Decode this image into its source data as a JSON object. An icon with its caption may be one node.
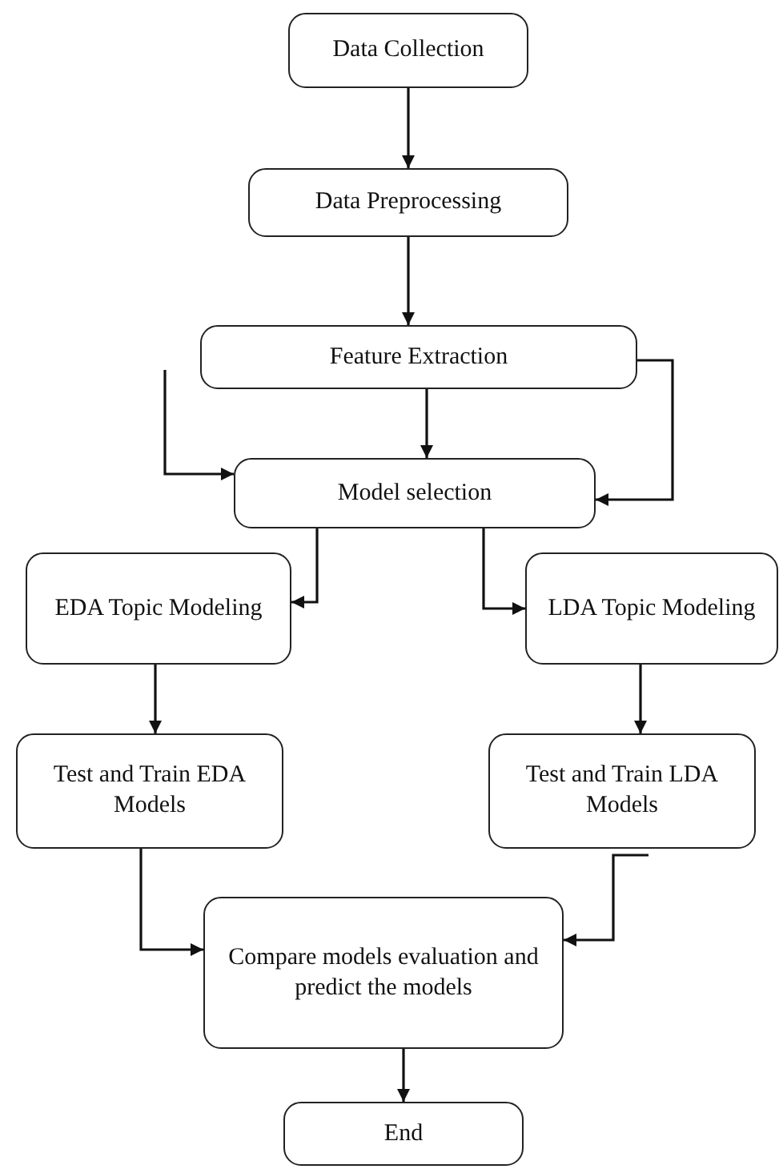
{
  "diagram": {
    "nodes": [
      {
        "text": [
          "Data Collection"
        ]
      },
      {
        "text": [
          "Data Preprocessing"
        ]
      },
      {
        "text": [
          "Feature Extraction"
        ]
      },
      {
        "text": [
          "Model selection"
        ]
      },
      {
        "text": [
          "EDA Topic Modeling"
        ]
      },
      {
        "text": [
          "LDA Topic Modeling"
        ]
      },
      {
        "text": [
          "Test and Train EDA Models"
        ]
      },
      {
        "text": [
          "Test and Train LDA Models"
        ]
      },
      {
        "text": [
          "Compare models evaluation and predict the models"
        ]
      },
      {
        "text": [
          "End"
        ]
      }
    ],
    "edges": [
      {
        "from": 0,
        "to": 1,
        "arrow": "to"
      },
      {
        "from": 1,
        "to": 2,
        "arrow": "to"
      },
      {
        "from": 2,
        "to": 3,
        "arrow": "to"
      },
      {
        "from": 2,
        "to": 3,
        "arrow": "to"
      },
      {
        "from": 2,
        "to": 3,
        "arrow": "to"
      },
      {
        "from": 3,
        "to": 4,
        "arrow": "to"
      },
      {
        "from": 3,
        "to": 5,
        "arrow": "to"
      },
      {
        "from": 4,
        "to": 6,
        "arrow": "to"
      },
      {
        "from": 5,
        "to": 7,
        "arrow": "to"
      },
      {
        "from": 6,
        "to": 8,
        "arrow": "to"
      },
      {
        "from": 7,
        "to": 8,
        "arrow": "to"
      },
      {
        "from": 8,
        "to": 9,
        "arrow": "to"
      }
    ]
  }
}
